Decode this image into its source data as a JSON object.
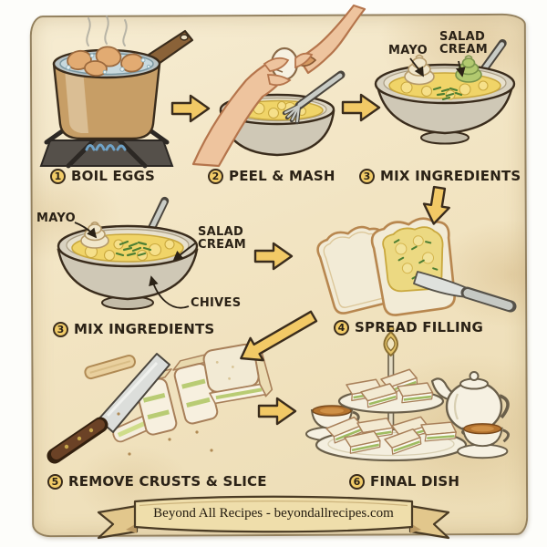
{
  "banner": {
    "text": "Beyond All Recipes - beyondallrecipes.com"
  },
  "steps": [
    {
      "number": "1",
      "label": "BOIL EGGS"
    },
    {
      "number": "2",
      "label": "PEEL & MASH"
    },
    {
      "number": "3",
      "label": "MIX INGREDIENTS"
    },
    {
      "number": "3",
      "label": "MIX INGREDIENTS"
    },
    {
      "number": "4",
      "label": "SPREAD FILLING"
    },
    {
      "number": "5",
      "label": "REMOVE CRUSTS & SLICE"
    },
    {
      "number": "6",
      "label": "FINAL DISH"
    }
  ],
  "labels": {
    "mayo_top": "MAYO",
    "salad_cream_top_line1": "SALAD",
    "salad_cream_top_line2": "CREAM",
    "mayo_mid": "MAYO",
    "salad_cream_mid_line1": "SALAD",
    "salad_cream_mid_line2": "CREAM",
    "chives": "CHIVES"
  },
  "colors": {
    "parchment": "#f2e4c2",
    "arrow_gold": "#f2c966",
    "badge_gold": "#f2cc68",
    "ink": "#2b2216",
    "egg_mash_yellow": "#f0d468",
    "mayo_cream": "#f1e7cb",
    "salad_cream_green": "#b2c96f",
    "chive_green": "#4e7f33",
    "bread_crust": "#b8874f",
    "china_white": "#f6f1e2",
    "tea_brown": "#b5742f"
  }
}
